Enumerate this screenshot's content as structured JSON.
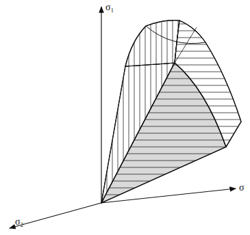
{
  "diagram": {
    "labels": [
      "σ₁",
      "σ₂",
      "σ"
    ]
  }
}
